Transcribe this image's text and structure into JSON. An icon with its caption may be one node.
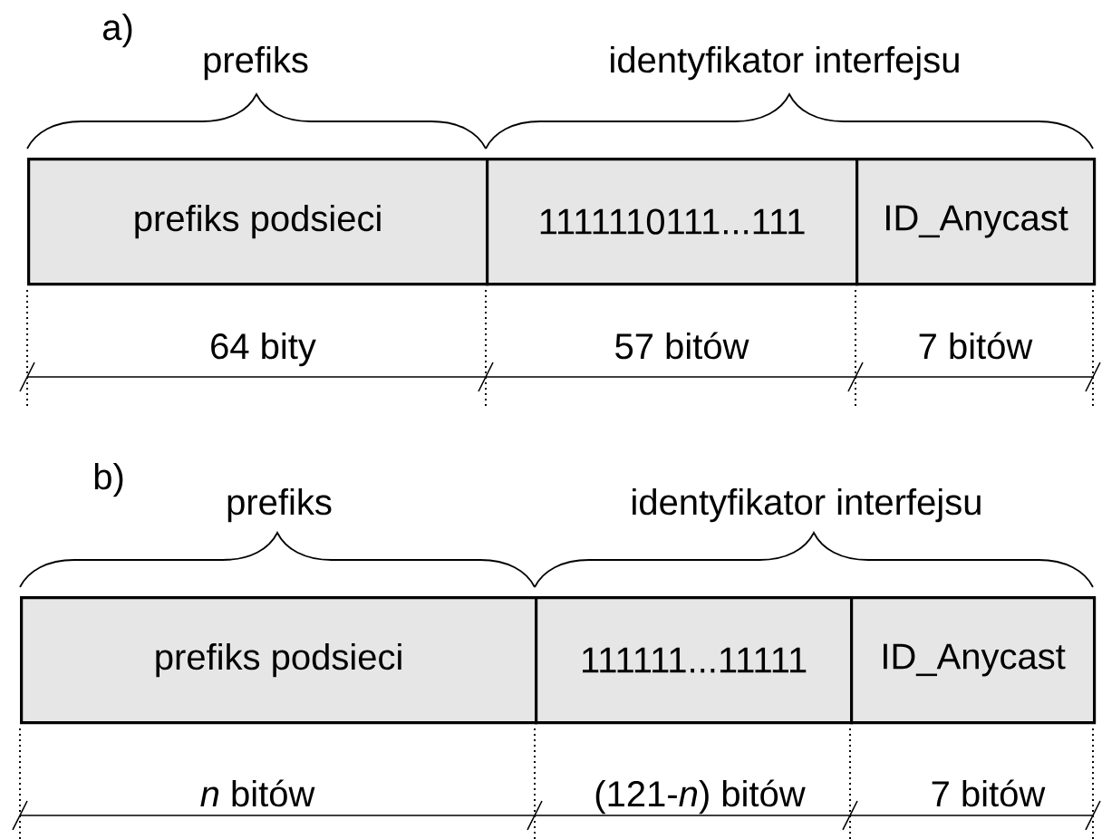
{
  "diagram": {
    "nodes": [
      {
        "text": [
          "prefiks podsieci"
        ]
      },
      {
        "text": [
          "1111110111...111"
        ]
      },
      {
        "text": [
          "ID_Anycast"
        ]
      },
      {
        "text": [
          "prefiks podsieci"
        ]
      },
      {
        "text": [
          "111111...11111"
        ]
      },
      {
        "text": [
          "ID_Anycast"
        ]
      }
    ],
    "labels": [
      "a)",
      "prefiks",
      "identyfikator interfejsu",
      "64 bity",
      "57 bitów",
      "7 bitów",
      "b)",
      "prefiks",
      "identyfikator interfejsu",
      "*n* bitów",
      "(121-*n*) bitów",
      "7 bitów"
    ]
  }
}
